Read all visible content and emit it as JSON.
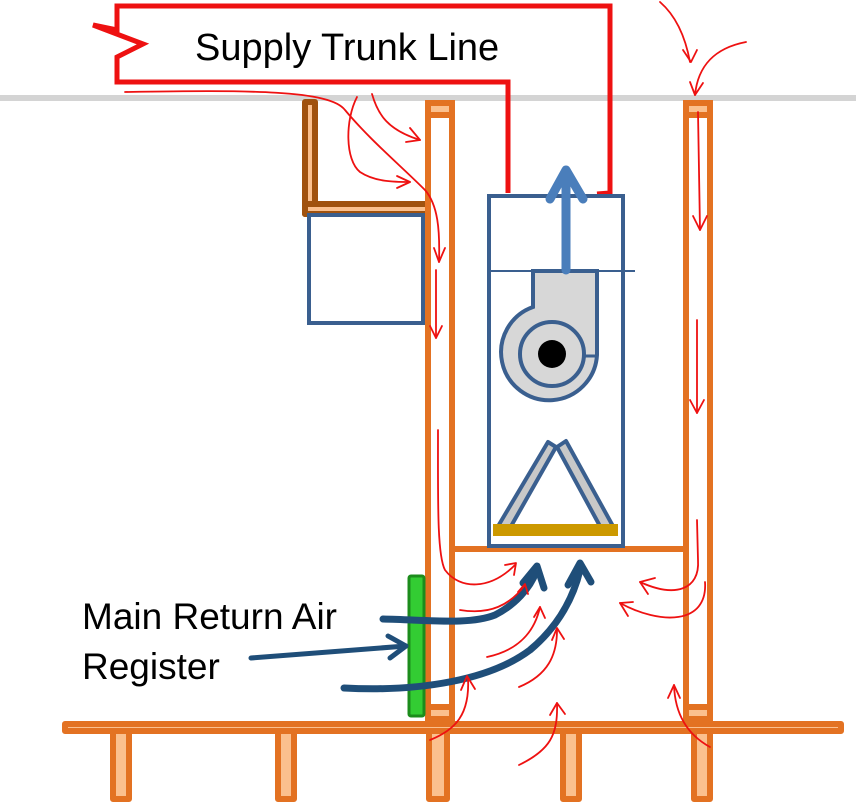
{
  "diagram": {
    "title": "HVAC air handler closet return air diagram",
    "labels": {
      "supply_trunk": "Supply Trunk Line",
      "return_line1": "Main Return Air",
      "return_line2": "Register"
    },
    "components": [
      {
        "id": "supply-trunk-duct",
        "description": "Supply trunk line duct (red outline)"
      },
      {
        "id": "ceiling-line",
        "description": "Ceiling line (gray)"
      },
      {
        "id": "wall-shelf",
        "description": "Shelf bracket with cabinet box"
      },
      {
        "id": "air-handler",
        "description": "Air handler cabinet with blower, evaporator coil and drain pan"
      },
      {
        "id": "left-wall-studs",
        "description": "Left closet wall framing"
      },
      {
        "id": "right-wall-studs",
        "description": "Right closet wall framing"
      },
      {
        "id": "platform",
        "description": "Air handler platform"
      },
      {
        "id": "floor",
        "description": "Floor with joists"
      },
      {
        "id": "return-register",
        "description": "Main return air register (green)"
      }
    ],
    "colors": {
      "duct": "#ee1111",
      "framing": "#e37222",
      "framing_fill": "#fbc08e",
      "equipment": "#3a5f8f",
      "supply_arrow": "#4a7ebb",
      "return_arrow": "#1f4e79",
      "register": "#33cc33",
      "drain_pan": "#cc9900",
      "airflow": "#ee1111"
    }
  }
}
